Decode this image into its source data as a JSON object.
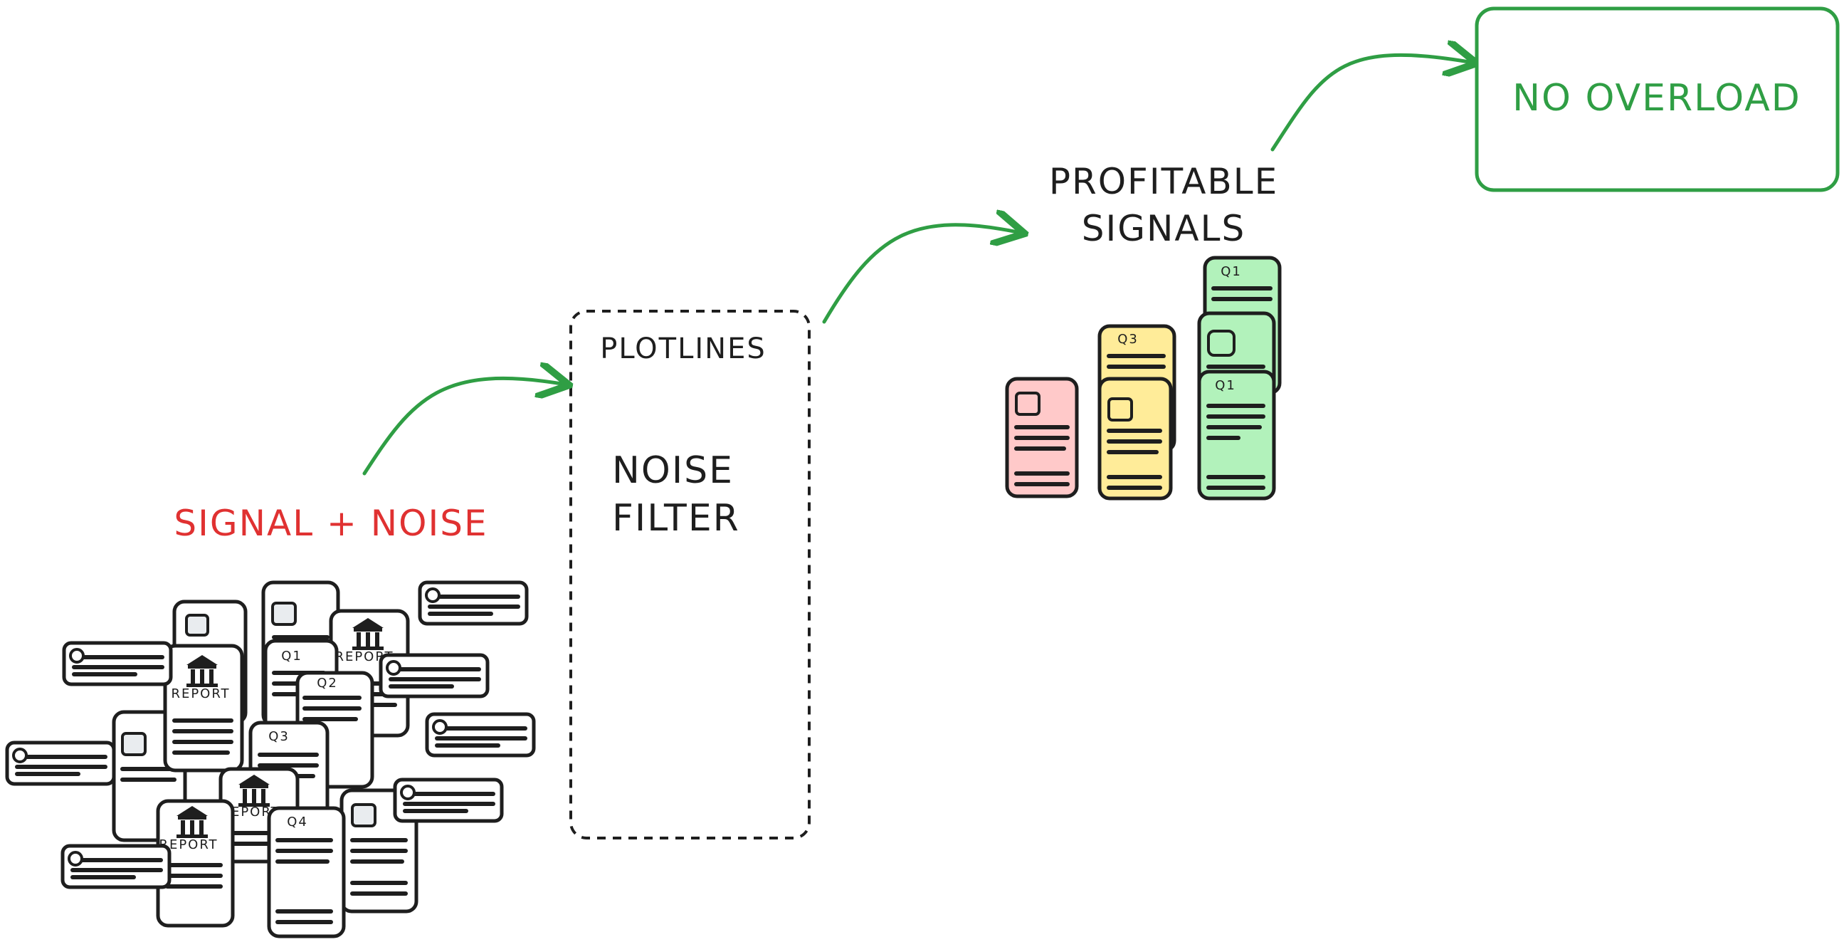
{
  "colors": {
    "ink": "#1e1e1e",
    "accent_green": "#2f9e44",
    "accent_red": "#e03131",
    "card_red": "#ffc9c9",
    "card_yellow": "#ffec99",
    "card_green": "#b2f2bb"
  },
  "labels": {
    "signal_noise": "SIGNAL + NOISE",
    "plotlines": "PLOTLINES",
    "noise_filter_1": "NOISE",
    "noise_filter_2": "FILTER",
    "profitable_1": "PROFITABLE",
    "profitable_2": "SIGNALS",
    "no_overload": "NO OVERLOAD"
  },
  "noise_card_labels": {
    "report": "REPORT",
    "q1": "Q1",
    "q2": "Q2",
    "q3": "Q3",
    "q4": "Q4"
  },
  "signal_cards": [
    {
      "label": "",
      "color": "card_red"
    },
    {
      "label": "Q3",
      "color": "card_yellow"
    },
    {
      "label": "Q1",
      "color": "card_green"
    }
  ],
  "icons": [
    "bank-icon",
    "search-icon",
    "image-icon",
    "arrow-icon"
  ]
}
